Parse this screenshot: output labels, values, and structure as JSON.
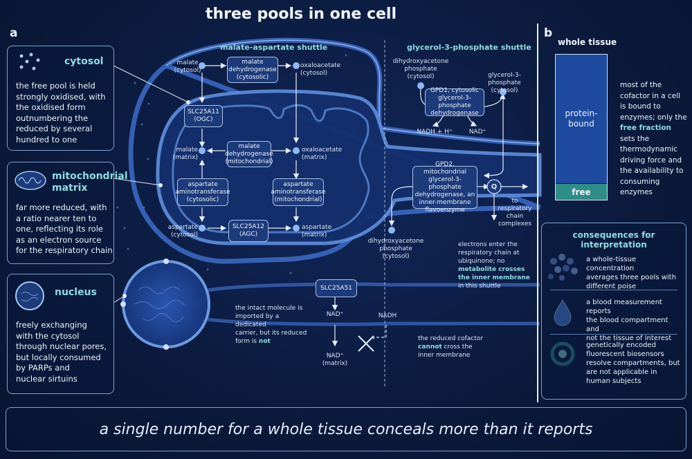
{
  "title": "three pools in one cell",
  "panel_a": "a",
  "panel_b": "b",
  "cytosol": {
    "heading": "cytosol",
    "text": "the free pool is held\nstrongly oxidised, with\nthe oxidised form\noutnumbering the\nreduced by several\nhundred to one"
  },
  "matrix": {
    "heading": "mitochondrial\nmatrix",
    "text": "far more reduced, with\na ratio nearer ten to\none, reflecting its role\nas an electron source\nfor the respiratory chain"
  },
  "nucleus": {
    "heading": "nucleus",
    "text": "freely exchanging\nwith the cytosol\nthrough nuclear pores,\nbut locally consumed\nby PARPs and\nnuclear sirtuins"
  },
  "mas": {
    "title": "malate-aspartate shuttle",
    "malate_cyt": "malate\n(cytosol)",
    "mdh_cyt": "malate\ndehydrogenase\n(cytosolic)",
    "oaa_cyt": "oxaloacetate\n(cytosol)",
    "ogc": "SLC25A11\n(OGC)",
    "malate_mat": "malate\n(matrix)",
    "mdh_mito": "malate\ndehydrogenase\n(mitochondrial)",
    "oaa_mat": "oxaloacetate\n(matrix)",
    "ast_cyt": "aspartate\naminotransferase\n(cytosolic)",
    "ast_mito": "aspartate\naminotransferase\n(mitochondrial)",
    "asp_cyt": "aspartate\n(cytosol)",
    "agc": "SLC25A12\n(AGC)",
    "asp_mat": "aspartate\n(matrix)"
  },
  "g3p": {
    "title": "glycerol-3-phosphate shuttle",
    "dhap_cyt": "dihydroxyacetone\nphosphate\n(cytosol)",
    "g3p_cyt": "glycerol-3-phosphate\n(cytosol)",
    "gpd1": "GPD1, cytosolic\nglycerol-3-phosphate\ndehydrogenase",
    "nadh_h": "NADH + H⁺",
    "nad": "NAD⁺",
    "gpd2": "GPD2, mitochondrial\nglycerol-3-phosphate\ndehydrogenase, an\ninner-membrane\nflavoenzyme",
    "q": "Q",
    "resp": "to respiratory\nchain\ncomplexes",
    "dhap_bottom": "dihydroxyacetone\nphosphate\n(cytosol)",
    "note_pre": "electrons enter the\nrespiratory chain at\nubiquinone; no",
    "note_bold": "metabolite crosses\nthe inner membrane",
    "note_post": "in this shuttle"
  },
  "carrier": {
    "slc": "SLC25A51",
    "nad_top": "NAD⁺",
    "nad_matrix": "NAD⁺\n(matrix)",
    "nadh": "NADH",
    "note_pre": "the intact molecule is\nimported by a dedicated\ncarrier, but its reduced\nform is",
    "note_bold": "not",
    "cannot_pre": "the reduced cofactor",
    "cannot_bold": "cannot",
    "cannot_post": "cross the\ninner membrane"
  },
  "tissue": {
    "label": "whole tissue",
    "bound": "protein-\nbound",
    "free": "free",
    "free_fraction": 0.11,
    "desc_pre": "most of the cofactor in a cell is bound to enzymes; only the ",
    "desc_bold": "free fraction",
    "desc_post": " sets the thermodynamic driving force and the availability to consuming enzymes"
  },
  "consequences": {
    "heading": "consequences for interpretation",
    "items": [
      {
        "icon": "pooled-dots-icon",
        "text": "a whole-tissue concentration\naverages three pools with\ndifferent poise"
      },
      {
        "icon": "blood-drop-icon",
        "text": "a blood measurement reports\nthe blood compartment and\nnot the tissue of interest"
      },
      {
        "icon": "biosensor-ring-icon",
        "text": "genetically encoded\nfluorescent biosensors\nresolve compartments, but\nare not applicable in\nhuman subjects"
      }
    ]
  },
  "bottom": "a single number for a whole tissue conceals more than it reports",
  "colors": {
    "background": "#0b1a3c",
    "accent": "#8fdce0",
    "enzyme_box": "#1d3a7a",
    "membrane": "#3e6cc8",
    "free_bar": "#2f8d87",
    "bound_bar": "#1e4aa0"
  }
}
